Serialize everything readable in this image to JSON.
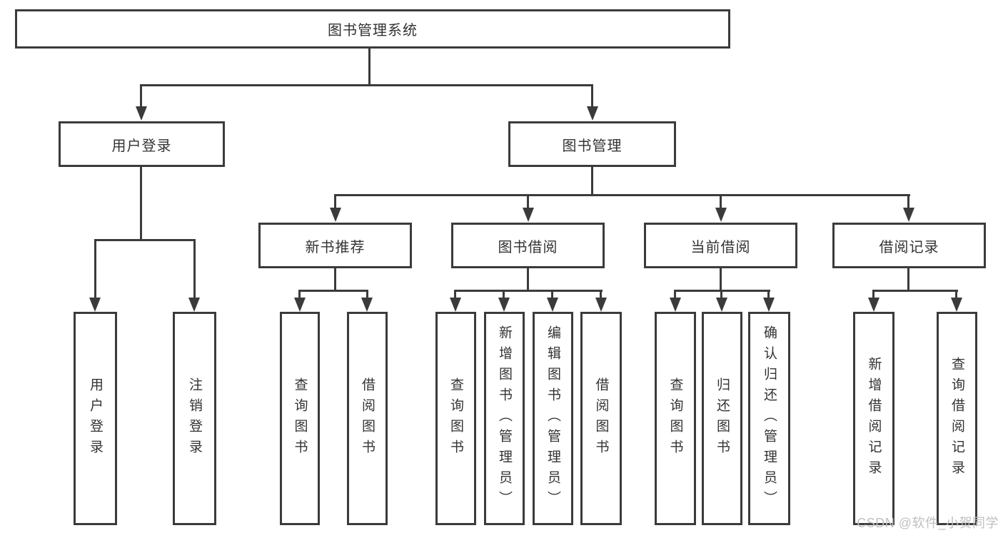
{
  "diagram": {
    "root": {
      "label": "图书管理系统"
    },
    "level2": [
      {
        "label": "用户登录",
        "children": [
          "用户登录",
          "注销登录"
        ]
      },
      {
        "label": "图书管理"
      }
    ],
    "level3": [
      {
        "label": "新书推荐",
        "children": [
          "查询图书",
          "借阅图书"
        ]
      },
      {
        "label": "图书借阅",
        "children": [
          "查询图书",
          "新增图书（管理员）",
          "编辑图书（管理员）",
          "借阅图书"
        ]
      },
      {
        "label": "当前借阅",
        "children": [
          "查询图书",
          "归还图书",
          "确认归还（管理员）"
        ]
      },
      {
        "label": "借阅记录",
        "children": [
          "新增借阅记录",
          "查询借阅记录"
        ]
      }
    ]
  },
  "watermark": {
    "text": "CSDN @软件_小贺同学"
  },
  "colors": {
    "line": "#3b3b3b",
    "text": "#333333",
    "watermark": "#c0c0c0",
    "background": "#ffffff"
  }
}
